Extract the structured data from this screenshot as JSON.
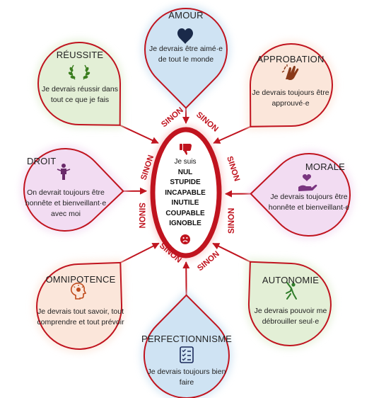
{
  "sinon_label": "SINON",
  "center": {
    "intro": "Je suis",
    "words": [
      "NUL",
      "STUPIDE",
      "INCAPABLE",
      "INUTILE",
      "COUPABLE",
      "IGNOBLE"
    ]
  },
  "colors": {
    "accent": "#c0141f",
    "amour": "#cfe3f3",
    "reussite": "#e3efd6",
    "approbation": "#fbe6da",
    "droit": "#f2dcf2",
    "morale": "#f2dcf2",
    "omnipotence": "#fbe6da",
    "autonomie": "#e3efd6",
    "perfectionnisme": "#cfe3f3"
  },
  "bubbles": {
    "amour": {
      "title": "AMOUR",
      "icon": "heart-icon",
      "text": "Je devrais être aimé·e de tout le monde"
    },
    "reussite": {
      "title": "RÉUSSITE",
      "icon": "laurel-icon",
      "text": "Je devrais réussir dans tout ce que je fais"
    },
    "approbation": {
      "title": "APPROBATION",
      "icon": "clapping-hands-icon",
      "text": "Je devrais toujours être approuvé·e"
    },
    "droit": {
      "title": "DROIT",
      "icon": "person-icon",
      "text": "On devrait toujours être honnête et bienveillant·e avec moi"
    },
    "morale": {
      "title": "MORALE",
      "icon": "hand-heart-icon",
      "text": "Je devrais toujours être honnête et bienveillant·e"
    },
    "omnipotence": {
      "title": "OMNIPOTENCE",
      "icon": "lightbulb-head-icon",
      "text": "Je devrais tout savoir, tout comprendre et tout prévoir"
    },
    "autonomie": {
      "title": "AUTONOMIE",
      "icon": "person-reaching-icon",
      "text": "Je devrais pouvoir me débrouiller seul·e"
    },
    "perfectionnisme": {
      "title": "PERFECTIONNISME",
      "icon": "checklist-icon",
      "text": "Je devrais toujours bien faire"
    }
  }
}
